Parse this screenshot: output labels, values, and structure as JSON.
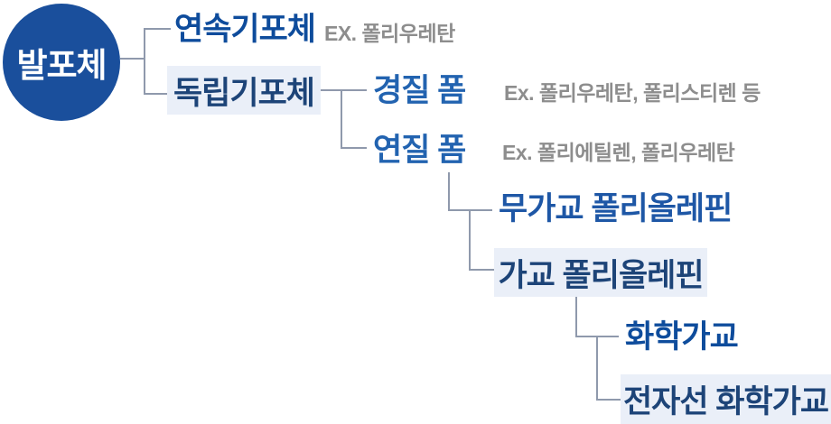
{
  "diagram_title": "foam-classification-tree",
  "tree": {
    "root": {
      "label": "발포체"
    },
    "level1": [
      {
        "label": "연속기포체",
        "example": "EX. 폴리우레탄",
        "highlighted": false
      },
      {
        "label": "독립기포체",
        "example": "",
        "highlighted": true
      }
    ],
    "level2": [
      {
        "label": "경질 폼",
        "example": "Ex. 폴리우레탄, 폴리스티렌 등",
        "highlighted": false
      },
      {
        "label": "연질 폼",
        "example": "Ex. 폴리에틸렌, 폴리우레탄",
        "highlighted": false
      }
    ],
    "level3": [
      {
        "label": "무가교 폴리올레핀",
        "highlighted": false
      },
      {
        "label": "가교 폴리올레핀",
        "highlighted": true
      }
    ],
    "level4": [
      {
        "label": "화학가교",
        "highlighted": false
      },
      {
        "label": "전자선 화학가교",
        "highlighted": true
      }
    ]
  },
  "colors": {
    "root_circle": "#1a4f9c",
    "root_text": "#ffffff",
    "node_blue_strong": "#0e4c9c",
    "node_blue_mid": "#2263b0",
    "node_blue_mid2": "#1e57a6",
    "highlight_box_bg": "#eaeff8",
    "highlight_text": "#1d4478",
    "example_gray": "#8d8d8d",
    "connector_line": "#8f99ac",
    "background": "#ffffff"
  }
}
